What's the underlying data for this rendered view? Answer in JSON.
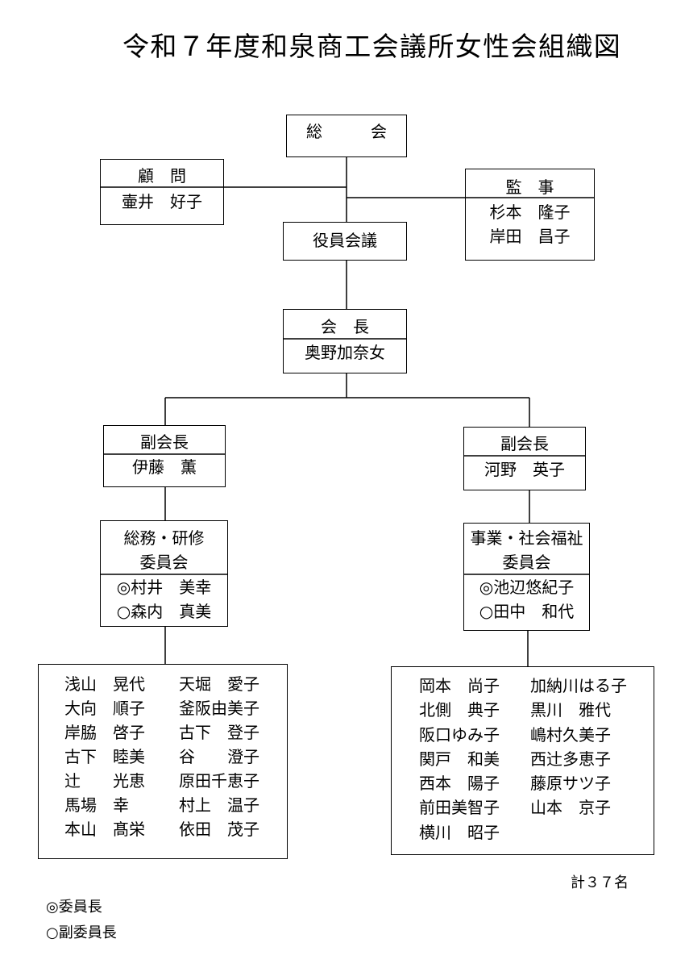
{
  "title": "令和７年度和泉商工会議所女性会組織図",
  "general_assembly": "総　　　会",
  "advisor": {
    "title": "顧　問",
    "name": "壷井　好子"
  },
  "auditors": {
    "title": "監　事",
    "names": [
      "杉本　隆子",
      "岸田　昌子"
    ]
  },
  "officers_meeting": "役員会議",
  "president": {
    "title": "会　長",
    "name": "奥野加奈女"
  },
  "vice_presidents": [
    {
      "title": "副会長",
      "name": "伊藤　薫"
    },
    {
      "title": "副会長",
      "name": "河野　英子"
    }
  ],
  "committees": [
    {
      "name": [
        "総務・研修",
        "委員会"
      ],
      "chair": "◎村井　美幸",
      "vice_chair": "○森内　真美",
      "members": [
        [
          "浅山　晃代",
          "大向　順子",
          "岸脇　啓子",
          "古下　睦美",
          "辻　　光恵",
          "馬場　幸",
          "本山　髙栄"
        ],
        [
          "天堀　愛子",
          "釜阪由美子",
          "古下　登子",
          "谷　　澄子",
          "原田千恵子",
          "村上　温子",
          "依田　茂子"
        ]
      ]
    },
    {
      "name": [
        "事業・社会福祉",
        "委員会"
      ],
      "chair": "◎池辺悠紀子",
      "vice_chair": "○田中　和代",
      "members": [
        [
          "岡本　尚子",
          "北側　典子",
          "阪口ゆみ子",
          "関戸　和美",
          "西本　陽子",
          "前田美智子",
          "横川　昭子"
        ],
        [
          "加納川はる子",
          "黒川　雅代",
          "嶋村久美子",
          "西辻多恵子",
          "藤原サツ子",
          "山本　京子"
        ]
      ]
    }
  ],
  "total": "計３７名",
  "legend": [
    "◎委員長",
    "○副委員長"
  ]
}
